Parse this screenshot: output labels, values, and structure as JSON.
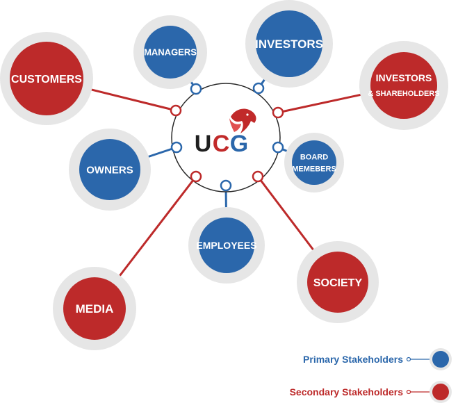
{
  "colors": {
    "primary": "#2b67ab",
    "secondary": "#bd2a2a",
    "halo": "#e6e6e6",
    "hub_stroke": "#2a2a2a",
    "logo_dark": "#1f1f1f",
    "logo_red": "#c12a2a",
    "logo_blue": "#2b67ab"
  },
  "hub": {
    "logo_letters": [
      "U",
      "C",
      "G"
    ],
    "emblem": "eagle-head-icon"
  },
  "nodes": [
    {
      "id": "managers",
      "lines": [
        "MANAGERS"
      ],
      "group": "primary"
    },
    {
      "id": "investors",
      "lines": [
        "INVESTORS"
      ],
      "group": "primary"
    },
    {
      "id": "customers",
      "lines": [
        "CUSTOMERS"
      ],
      "group": "secondary"
    },
    {
      "id": "investors-shareholders",
      "lines": [
        "INVESTORS",
        "& SHAREHOLDERS"
      ],
      "group": "secondary"
    },
    {
      "id": "owners",
      "lines": [
        "OWNERS"
      ],
      "group": "primary"
    },
    {
      "id": "board-members",
      "lines": [
        "BOARD",
        "MEMEBERS"
      ],
      "group": "primary"
    },
    {
      "id": "employees",
      "lines": [
        "EMPLOYEES"
      ],
      "group": "primary"
    },
    {
      "id": "society",
      "lines": [
        "SOCIETY"
      ],
      "group": "secondary"
    },
    {
      "id": "media",
      "lines": [
        "MEDIA"
      ],
      "group": "secondary"
    }
  ],
  "legend": {
    "primary_label": "Primary Stakeholders",
    "secondary_label": "Secondary Stakeholders"
  }
}
